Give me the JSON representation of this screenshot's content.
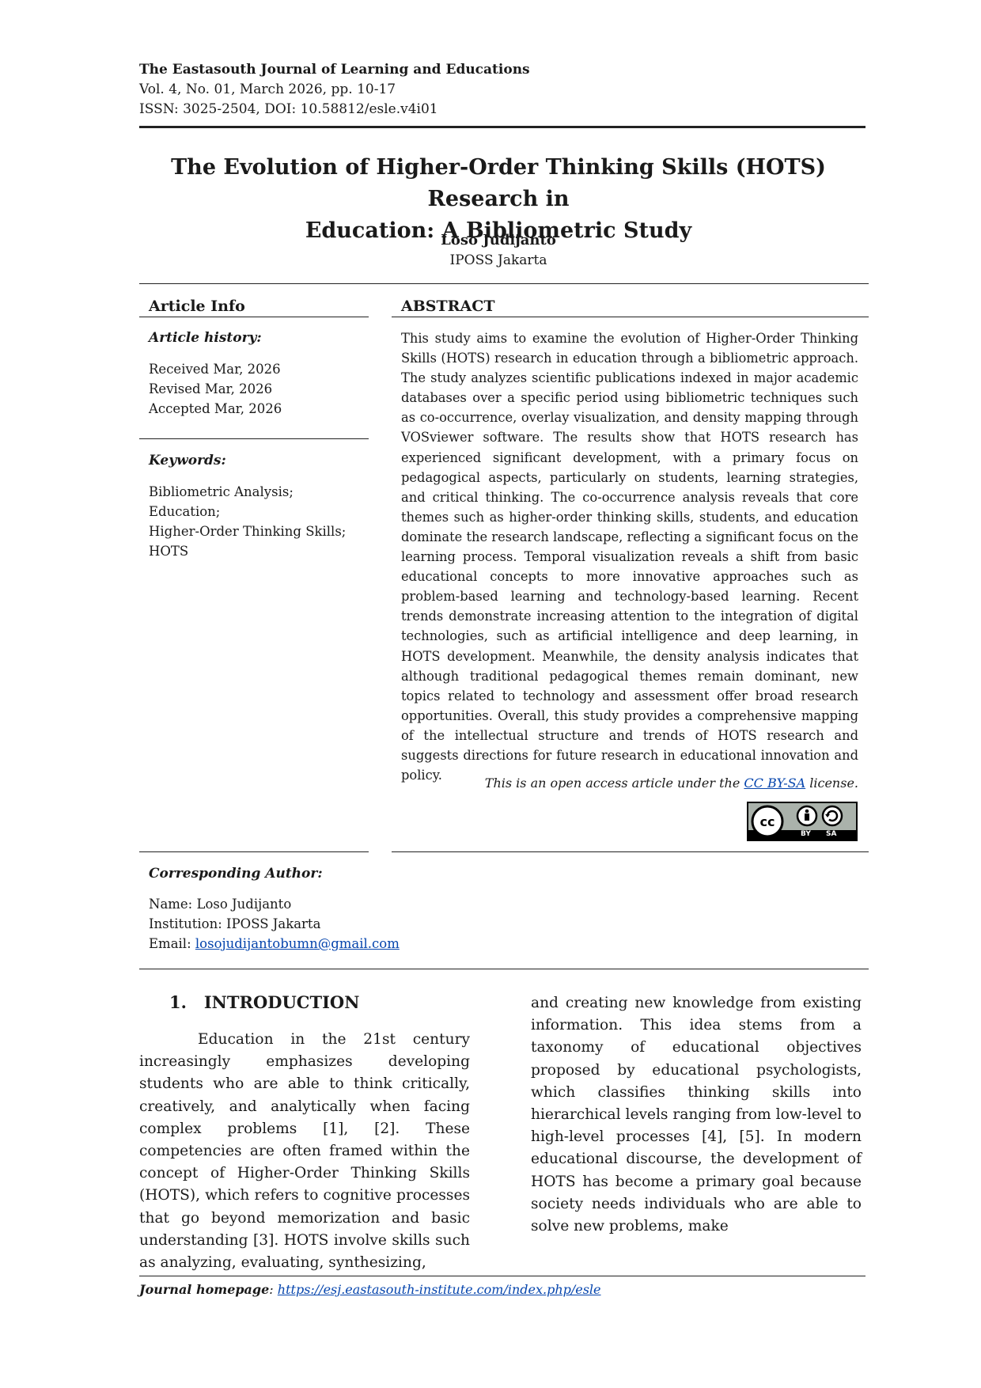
{
  "journal": {
    "name": "The Eastasouth Journal of Learning and Educations",
    "volume": "Vol. 4, No. 01, March 2026, pp. 10-17",
    "issn": "ISSN: 3025-2504, DOI: 10.58812/esle.v4i01"
  },
  "title": {
    "line1": "The Evolution of Higher-Order Thinking Skills (HOTS) Research in",
    "line2": "Education: A Bibliometric Study"
  },
  "author": {
    "name": "Loso Judijanto",
    "affiliation": "IPOSS Jakarta"
  },
  "article_info": {
    "heading": "Article Info",
    "history_label": "Article history:",
    "received": "Received Mar, 2026",
    "revised": "Revised Mar, 2026",
    "accepted": "Accepted Mar, 2026",
    "keywords_label": "Keywords:",
    "keywords": [
      "Bibliometric Analysis;",
      "Education;",
      "Higher-Order Thinking Skills;",
      "HOTS"
    ]
  },
  "abstract": {
    "heading": "ABSTRACT",
    "text": "This study aims to examine the evolution of Higher-Order Thinking Skills (HOTS) research in education through a bibliometric approach. The study analyzes scientific publications indexed in major academic databases over a specific period using bibliometric techniques such as co-occurrence, overlay visualization, and density mapping through VOSviewer software. The results show that HOTS research has experienced significant development, with a primary focus on pedagogical aspects, particularly on students, learning strategies, and critical thinking. The co-occurrence analysis reveals that core themes such as higher-order thinking skills, students, and education dominate the research landscape, reflecting a significant focus on the learning process. Temporal visualization reveals a shift from basic educational concepts to more innovative approaches such as problem-based learning and technology-based learning. Recent trends demonstrate increasing attention to the integration of digital technologies, such as artificial intelligence and deep learning, in HOTS development. Meanwhile, the density analysis indicates that although traditional pedagogical themes remain dominant, new topics related to technology and assessment offer broad research opportunities. Overall, this study provides a comprehensive mapping of the intellectual structure and trends of HOTS research and suggests directions for future research in educational innovation and policy.",
    "license_prefix": "This is an open access article under the ",
    "license_link": "CC BY-SA",
    "license_suffix": " license.",
    "badge_by": "BY",
    "badge_sa": "SA"
  },
  "corresponding": {
    "label": "Corresponding Author:",
    "name": "Name: Loso Judijanto",
    "institution": "Institution: IPOSS Jakarta",
    "email_label": "Email: ",
    "email": "losojudijantobumn@gmail.com"
  },
  "intro": {
    "heading": "1.   INTRODUCTION",
    "col1": "Education in the 21st century increasingly emphasizes developing students who are able to think critically, creatively, and analytically when facing complex problems [1], [2]. These competencies are often framed within the concept of Higher-Order Thinking Skills (HOTS), which refers to cognitive processes that go beyond memorization and basic understanding [3]. HOTS involve skills such as analyzing, evaluating, synthesizing,",
    "col2": "and creating new knowledge from existing information. This idea stems from a taxonomy of educational objectives proposed by educational psychologists, which classifies thinking skills into hierarchical levels ranging from low-level to high-level processes [4], [5]. In modern educational discourse, the development of HOTS has become a primary goal because society needs individuals who are able to solve new problems, make"
  },
  "footer": {
    "label": "Journal homepage",
    "colon": ": ",
    "url": "https://esj.eastasouth-institute.com/index.php/esle"
  }
}
